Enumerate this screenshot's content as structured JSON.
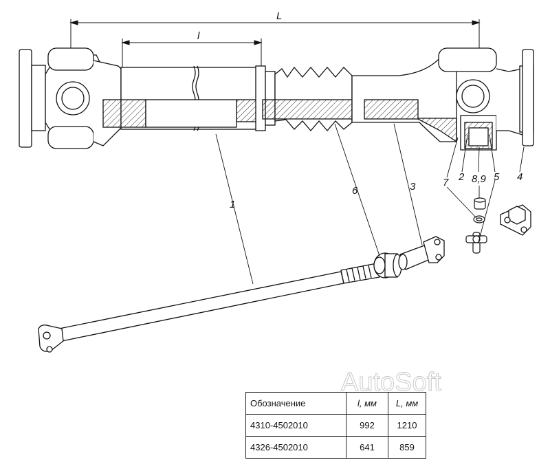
{
  "dimensions": {
    "overall": "L",
    "sliding": "l"
  },
  "callouts": [
    {
      "id": "1",
      "text": "1"
    },
    {
      "id": "2",
      "text": "2"
    },
    {
      "id": "3",
      "text": "3"
    },
    {
      "id": "4",
      "text": "4"
    },
    {
      "id": "5",
      "text": "5"
    },
    {
      "id": "6",
      "text": "6"
    },
    {
      "id": "7",
      "text": "7"
    },
    {
      "id": "89",
      "text": "8,9"
    }
  ],
  "watermark": "AutoSoft",
  "table": {
    "headers": [
      "Обозначение",
      "l, мм",
      "L, мм"
    ],
    "rows": [
      [
        "4310-4502010",
        "992",
        "1210"
      ],
      [
        "4326-4502010",
        "641",
        "859"
      ]
    ]
  }
}
